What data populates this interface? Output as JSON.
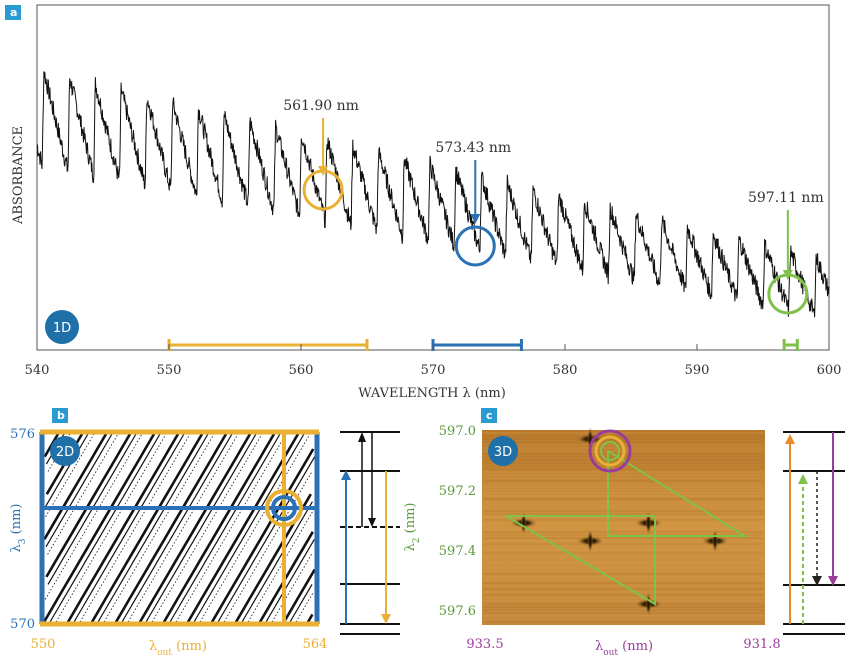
{
  "colors": {
    "gold": "#eab034",
    "blue": "#2a72b5",
    "green": "#7fc149",
    "purple": "#9a3c9a",
    "orange": "#e88a2a",
    "badge": "#1f6fa8",
    "panel_bg": "#c98a34"
  },
  "panel_a": {
    "letter": "a",
    "badge": "1D",
    "ylabel": "ABSORBANCE",
    "xlabel": "WAVELENGTH λ (nm)",
    "xticks": [
      "540",
      "550",
      "560",
      "570",
      "580",
      "590",
      "600"
    ],
    "annotations": [
      {
        "text": "561.90 nm",
        "wavelength": 561.9,
        "color": "gold"
      },
      {
        "text": "573.43 nm",
        "wavelength": 573.43,
        "color": "blue"
      },
      {
        "text": "597.11 nm",
        "wavelength": 597.11,
        "color": "green"
      }
    ],
    "ranges": [
      {
        "from": 550,
        "to": 565,
        "color": "gold"
      },
      {
        "from": 570,
        "to": 576.7,
        "color": "blue"
      },
      {
        "from": 596.6,
        "to": 597.6,
        "color": "green"
      }
    ]
  },
  "panel_b": {
    "letter": "b",
    "badge": "2D",
    "ylabel": "λ3 (nm)",
    "xlabel": "λout (nm)",
    "ytick_top": "576",
    "ytick_bottom": "570",
    "xtick_left": "550",
    "xtick_right": "564"
  },
  "panel_c": {
    "letter": "c",
    "badge": "3D",
    "ylabel": "λ2 (nm)",
    "xlabel": "λout (nm)",
    "yticks": [
      "597.0",
      "597.2",
      "597.4",
      "597.6"
    ],
    "xtick_left": "933.5",
    "xtick_right": "931.8"
  },
  "chart_data": [
    {
      "type": "line",
      "title": "",
      "xlabel": "WAVELENGTH λ (nm)",
      "ylabel": "ABSORBANCE",
      "xlim": [
        540,
        600
      ],
      "series": [
        {
          "x": [
            540,
            541,
            542,
            543,
            544,
            545,
            546,
            547,
            548,
            549,
            550,
            551,
            552,
            553,
            554,
            555,
            556,
            557,
            558,
            559,
            560,
            561,
            562,
            563,
            564,
            565,
            566,
            567,
            568,
            569,
            570,
            571,
            572,
            573,
            574,
            575,
            576,
            577,
            578,
            579,
            580,
            581,
            582,
            583,
            584,
            585,
            586,
            587,
            588,
            589,
            590,
            591,
            592,
            593,
            594,
            595,
            596,
            597,
            598,
            599,
            600
          ],
          "values": [
            0.78,
            0.96,
            0.72,
            0.88,
            0.7,
            0.98,
            0.68,
            0.9,
            0.64,
            0.86,
            0.6,
            0.82,
            0.58,
            0.8,
            0.56,
            0.78,
            0.54,
            0.74,
            0.52,
            0.72,
            0.5,
            0.7,
            0.48,
            0.68,
            0.47,
            0.66,
            0.45,
            0.64,
            0.43,
            0.6,
            0.42,
            0.57,
            0.4,
            0.55,
            0.36,
            0.52,
            0.33,
            0.5,
            0.3,
            0.48,
            0.28,
            0.46,
            0.26,
            0.44,
            0.24,
            0.42,
            0.22,
            0.4,
            0.18,
            0.38,
            0.15,
            0.36,
            0.12,
            0.33,
            0.1,
            0.3,
            0.09,
            0.25,
            0.07,
            0.24,
            0.08
          ]
        }
      ]
    },
    {
      "type": "scatter",
      "title": "",
      "xlabel": "λout (nm)",
      "ylabel": "λ3 (nm)",
      "xlim": [
        550,
        564
      ],
      "ylim": [
        570,
        576
      ],
      "series": []
    },
    {
      "type": "heatmap",
      "title": "",
      "xlabel": "λout (nm)",
      "ylabel": "λ2 (nm)",
      "xlim": [
        933.5,
        931.8
      ],
      "ylim": [
        597.0,
        597.65
      ],
      "peaks": [
        {
          "x": 932.85,
          "y": 597.03
        },
        {
          "x": 933.25,
          "y": 597.31
        },
        {
          "x": 932.85,
          "y": 597.37
        },
        {
          "x": 932.5,
          "y": 597.31
        },
        {
          "x": 932.5,
          "y": 597.58
        },
        {
          "x": 932.1,
          "y": 597.37
        }
      ]
    }
  ]
}
